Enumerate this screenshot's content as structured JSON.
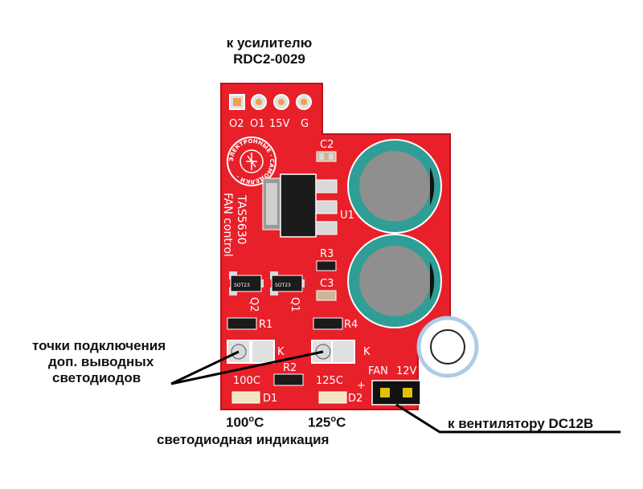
{
  "callouts": {
    "amp_line1": "к усилителю",
    "amp_line2": "RDC2-0029",
    "points_line1": "точки подключения",
    "points_line2": "доп. выводных",
    "points_line3": "светодиодов",
    "temp1": "100",
    "temp2": "125",
    "deg_unit": "o",
    "c_unit": "C",
    "led_indication": "светодиодная индикация",
    "fan": "к вентилятору DC12B"
  },
  "board": {
    "connector_labels": [
      "O2",
      "O1",
      "15V",
      "G"
    ],
    "logo_text": "ЭЛЕКТРОННЫЕ · САМОДЕЛКИ ·",
    "chip_text": "TAS5630",
    "fan_control_text": "FAN control",
    "ref_c2": "C2",
    "ref_c3": "C3",
    "ref_u1": "U1",
    "ref_r1": "R1",
    "ref_r2": "R2",
    "ref_r3": "R3",
    "ref_r4": "R4",
    "ref_q1": "Q1",
    "ref_q2": "Q2",
    "ref_d1": "D1",
    "ref_d2": "D2",
    "sot_label": "SOT23",
    "k_label": "K",
    "temp1_label": "100C",
    "temp2_label": "125C",
    "fan_label": "FAN",
    "v12_label": "12V",
    "plus": "+",
    "minus": "–"
  },
  "colors": {
    "pcb": "#e8202a",
    "pcb_edge": "#b8151d",
    "silk": "#ffffff",
    "copper": "#d9d9d9",
    "cap_teal": "#2f9e96",
    "cap_body": "#8f8f8f",
    "leader": "#000000"
  }
}
